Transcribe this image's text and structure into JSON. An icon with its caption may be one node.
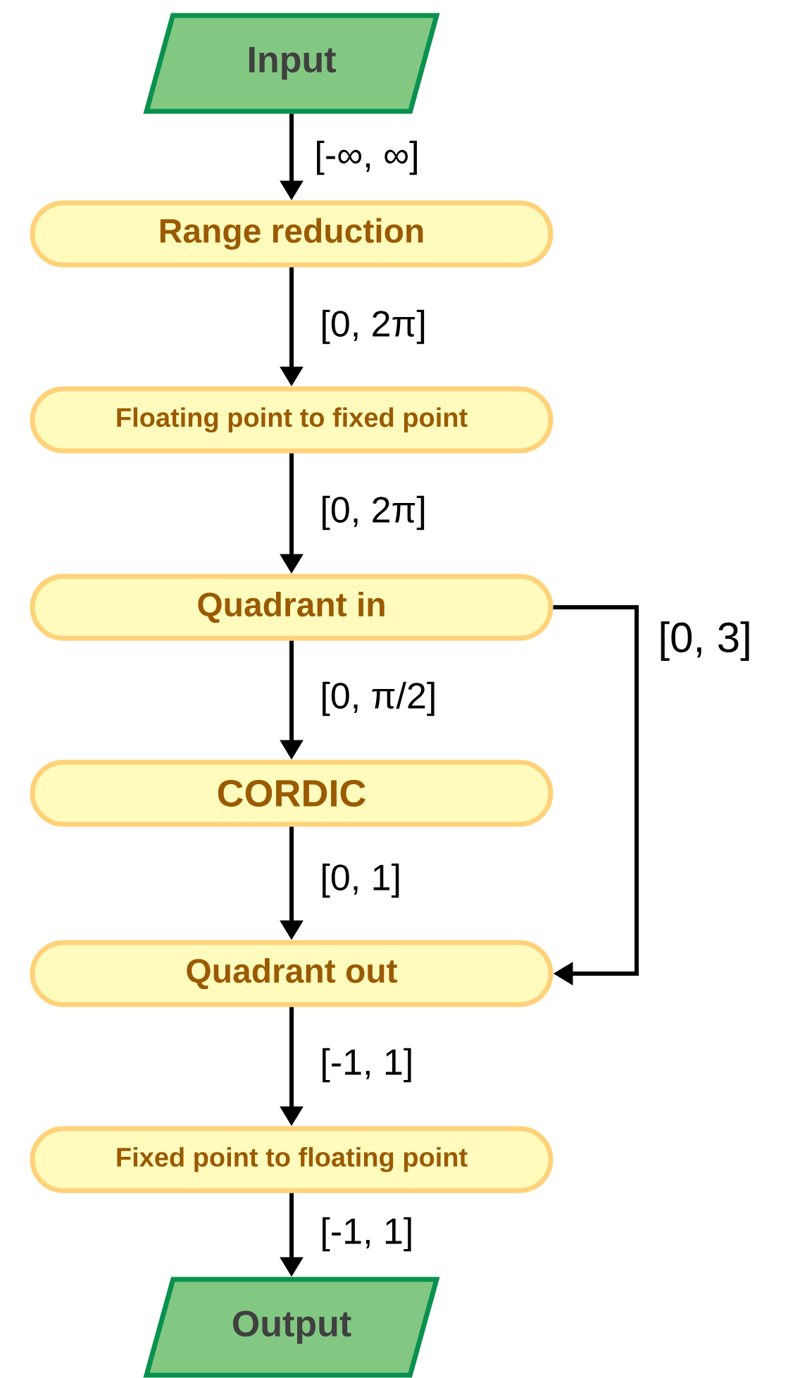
{
  "diagram": {
    "nodes": [
      {
        "text": [
          "Input"
        ]
      },
      {
        "text": [
          "Range reduction"
        ]
      },
      {
        "text": [
          "Floating point to fixed point"
        ]
      },
      {
        "text": [
          "Quadrant in"
        ]
      },
      {
        "text": [
          "CORDIC"
        ]
      },
      {
        "text": [
          "Quadrant out"
        ]
      },
      {
        "text": [
          "Fixed point to floating point"
        ]
      },
      {
        "text": [
          "Output"
        ]
      }
    ],
    "edges": [
      {
        "from": 0,
        "to": 1,
        "arrow": "to",
        "label": "[-∞, ∞]"
      },
      {
        "from": 1,
        "to": 2,
        "arrow": "to",
        "label": "[0, 2π]"
      },
      {
        "from": 2,
        "to": 3,
        "arrow": "to",
        "label": "[0, 2π]"
      },
      {
        "from": 3,
        "to": 4,
        "arrow": "to",
        "label": "[0, π/2]"
      },
      {
        "from": 4,
        "to": 5,
        "arrow": "to",
        "label": "[0, 1]"
      },
      {
        "from": 3,
        "to": 5,
        "arrow": "to",
        "label": "[0, 3]"
      },
      {
        "from": 5,
        "to": 6,
        "arrow": "to",
        "label": "[-1, 1]"
      },
      {
        "from": 6,
        "to": 7,
        "arrow": "to",
        "label": "[-1, 1]"
      }
    ]
  }
}
